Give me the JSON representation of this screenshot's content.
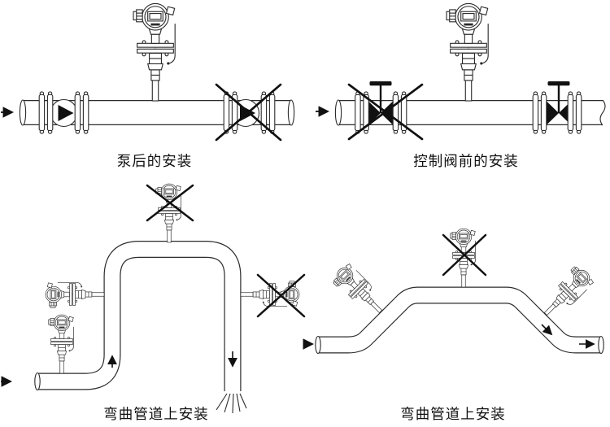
{
  "colors": {
    "background": "#ffffff",
    "line": "#2b2b2b",
    "symbol_fill": "#111111"
  },
  "diagrams": {
    "after_pump": {
      "caption": "泵后的安装"
    },
    "before_control_valve": {
      "caption": "控制阀前的安装"
    },
    "curved_pipe_left": {
      "caption": "弯曲管道上安装"
    },
    "curved_pipe_right": {
      "caption": "弯曲管道上安装"
    }
  },
  "icons": {
    "flowmeter": "vortex-flowmeter-icon",
    "pump": "pump-icon",
    "control_valve": "control-valve-icon",
    "flange": "pipe-flange-icon",
    "cross_out": "prohibition-cross-icon",
    "flow_arrow": "flow-direction-arrow-icon",
    "spray": "open-discharge-icon"
  }
}
